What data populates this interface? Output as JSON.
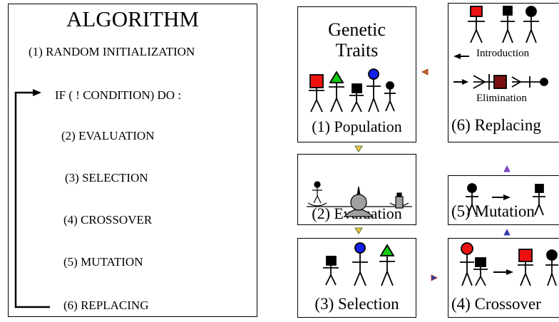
{
  "algorithm": {
    "title": "ALGORITHM",
    "init": "(1)  RANDOM INITIALIZATION",
    "loop": "IF  ( ! CONDITION)  DO :",
    "steps": [
      "(2)  EVALUATION",
      "(3)  SELECTION",
      "(4)  CROSSOVER",
      "(5)  MUTATION",
      "(6)  REPLACING"
    ]
  },
  "panels": {
    "population": {
      "title_line1": "Genetic",
      "title_line2": "Traits",
      "label": "(1) Population"
    },
    "evaluation": {
      "label": "(2) Evaluation"
    },
    "selection": {
      "label": "(3) Selection"
    },
    "crossover": {
      "label": "(4) Crossover"
    },
    "mutation": {
      "label": "(5) Mutation"
    },
    "replacing": {
      "introduction": "Introduction",
      "elimination": "Elimination",
      "label": "(6) Replacing"
    }
  },
  "colors": {
    "red": "#ee1111",
    "green": "#11cc11",
    "blue": "#1122ee",
    "dark_red": "#7a1010",
    "gray": "#a0a0a0",
    "black": "#000000"
  }
}
